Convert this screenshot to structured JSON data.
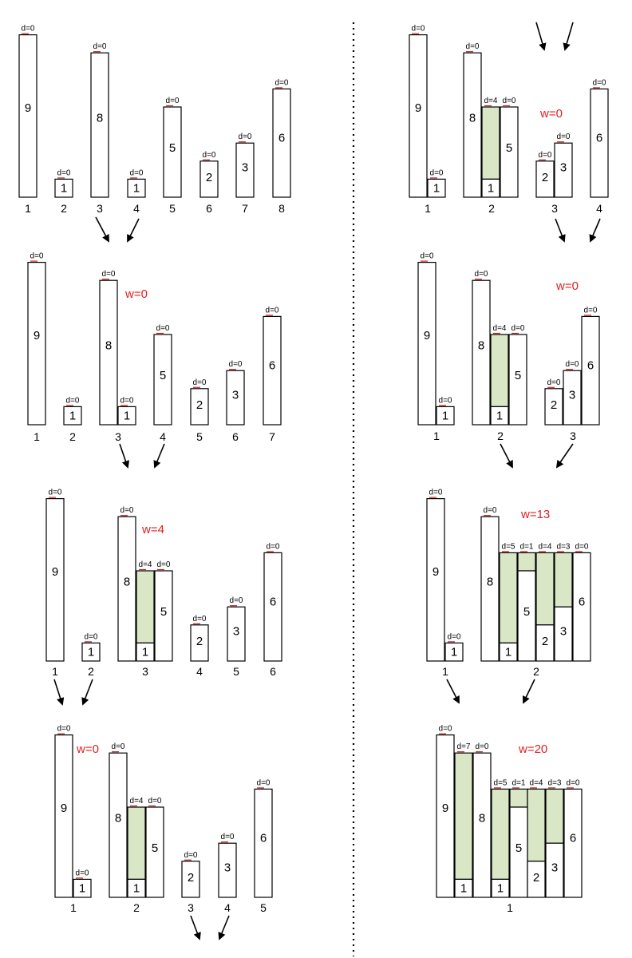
{
  "colors": {
    "fill": "#d9e7c7",
    "w_label": "#e02020",
    "tick": "#cc2222"
  },
  "step_left_1": {
    "bars": [
      {
        "v": "9",
        "d": "d=0"
      },
      {
        "v": "1",
        "d": "d=0"
      },
      {
        "v": "8",
        "d": "d=0"
      },
      {
        "v": "1",
        "d": "d=0"
      },
      {
        "v": "5",
        "d": "d=0"
      },
      {
        "v": "2",
        "d": "d=0"
      },
      {
        "v": "3",
        "d": "d=0"
      },
      {
        "v": "6",
        "d": "d=0"
      }
    ],
    "positions": [
      "1",
      "2",
      "3",
      "4",
      "5",
      "6",
      "7",
      "8"
    ]
  },
  "step_left_2": {
    "w": "w=0",
    "bars": [
      {
        "v": "9",
        "d": "d=0"
      },
      {
        "v": "1",
        "d": "d=0"
      },
      {
        "v": "8",
        "d": "d=0"
      },
      {
        "v": "1",
        "d": "d=0"
      },
      {
        "v": "5",
        "d": "d=0"
      },
      {
        "v": "2",
        "d": "d=0"
      },
      {
        "v": "3",
        "d": "d=0"
      },
      {
        "v": "6",
        "d": "d=0"
      }
    ],
    "positions": [
      "1",
      "2",
      "3",
      "4",
      "5",
      "6",
      "7"
    ]
  },
  "step_left_3": {
    "w": "w=4",
    "bars": [
      {
        "v": "9",
        "d": "d=0"
      },
      {
        "v": "1",
        "d": "d=0"
      },
      {
        "v": "8",
        "d": "d=0"
      },
      {
        "v": "1",
        "d": "d=4"
      },
      {
        "v": "5",
        "d": "d=0"
      },
      {
        "v": "2",
        "d": "d=0"
      },
      {
        "v": "3",
        "d": "d=0"
      },
      {
        "v": "6",
        "d": "d=0"
      }
    ],
    "positions": [
      "1",
      "2",
      "3",
      "4",
      "5",
      "6"
    ]
  },
  "step_left_4": {
    "w": "w=0",
    "bars": [
      {
        "v": "9",
        "d": "d=0"
      },
      {
        "v": "1",
        "d": "d=0"
      },
      {
        "v": "8",
        "d": "d=0"
      },
      {
        "v": "1",
        "d": "d=4"
      },
      {
        "v": "5",
        "d": "d=0"
      },
      {
        "v": "2",
        "d": "d=0"
      },
      {
        "v": "3",
        "d": "d=0"
      },
      {
        "v": "6",
        "d": "d=0"
      }
    ],
    "positions": [
      "1",
      "2",
      "3",
      "4",
      "5"
    ]
  },
  "step_right_1": {
    "w": "w=0",
    "bars": [
      {
        "v": "9",
        "d": "d=0"
      },
      {
        "v": "1",
        "d": "d=0"
      },
      {
        "v": "8",
        "d": "d=0"
      },
      {
        "v": "1",
        "d": "d=4"
      },
      {
        "v": "5",
        "d": "d=0"
      },
      {
        "v": "2",
        "d": "d=0"
      },
      {
        "v": "3",
        "d": "d=0"
      },
      {
        "v": "6",
        "d": "d=0"
      }
    ],
    "positions": [
      "1",
      "2",
      "3",
      "4"
    ]
  },
  "step_right_2": {
    "w": "w=0",
    "bars": [
      {
        "v": "9",
        "d": "d=0"
      },
      {
        "v": "1",
        "d": "d=0"
      },
      {
        "v": "8",
        "d": "d=0"
      },
      {
        "v": "1",
        "d": "d=4"
      },
      {
        "v": "5",
        "d": "d=0"
      },
      {
        "v": "2",
        "d": "d=0"
      },
      {
        "v": "3",
        "d": "d=0"
      },
      {
        "v": "6",
        "d": "d=0"
      }
    ],
    "positions": [
      "1",
      "2",
      "3"
    ]
  },
  "step_right_3": {
    "w": "w=13",
    "bars": [
      {
        "v": "9",
        "d": "d=0"
      },
      {
        "v": "1",
        "d": "d=0"
      },
      {
        "v": "8",
        "d": "d=0"
      },
      {
        "v": "1",
        "d": "d=5"
      },
      {
        "v": "5",
        "d": "d=1"
      },
      {
        "v": "2",
        "d": "d=4"
      },
      {
        "v": "3",
        "d": "d=3"
      },
      {
        "v": "6",
        "d": "d=0"
      }
    ],
    "positions": [
      "1",
      "2"
    ]
  },
  "step_right_4": {
    "w": "w=20",
    "bars": [
      {
        "v": "9",
        "d": "d=0"
      },
      {
        "v": "1",
        "d": "d=7"
      },
      {
        "v": "8",
        "d": "d=0"
      },
      {
        "v": "1",
        "d": "d=5"
      },
      {
        "v": "5",
        "d": "d=1"
      },
      {
        "v": "2",
        "d": "d=4"
      },
      {
        "v": "3",
        "d": "d=3"
      },
      {
        "v": "6",
        "d": "d=0"
      }
    ],
    "positions": [
      "1"
    ]
  }
}
